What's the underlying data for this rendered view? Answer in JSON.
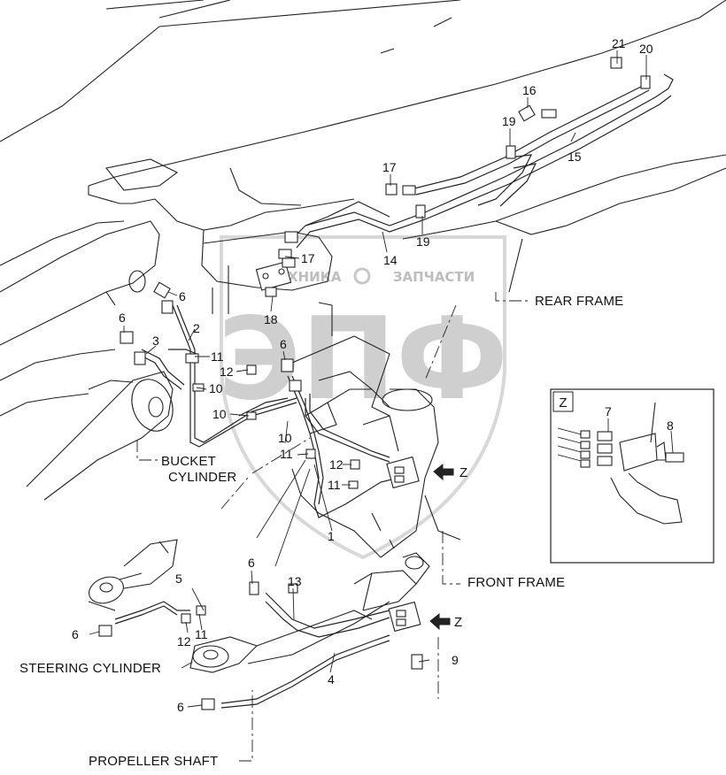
{
  "watermark": {
    "big_text": "ЭПФ",
    "line_text_left": "ТЕХНИКА",
    "line_text_right": "ЗАПЧАСТИ"
  },
  "callouts": {
    "n1": "1",
    "n2": "2",
    "n3": "3",
    "n4": "4",
    "n5": "5",
    "n6": "6",
    "n7": "7",
    "n8": "8",
    "n9": "9",
    "n10": "10",
    "n11": "11",
    "n12": "12",
    "n13": "13",
    "n14": "14",
    "n15": "15",
    "n16": "16",
    "n17": "17",
    "n18": "18",
    "n19": "19",
    "n20": "20",
    "n21": "21"
  },
  "section_labels": {
    "rear_frame": "REAR FRAME",
    "front_frame": "FRONT FRAME",
    "bucket_cylinder_1": "BUCKET",
    "bucket_cylinder_2": "CYLINDER",
    "steering_cylinder": "STEERING CYLINDER",
    "propeller_shaft": "PROPELLER SHAFT",
    "view_z": "Z",
    "detail_z": "Z"
  }
}
